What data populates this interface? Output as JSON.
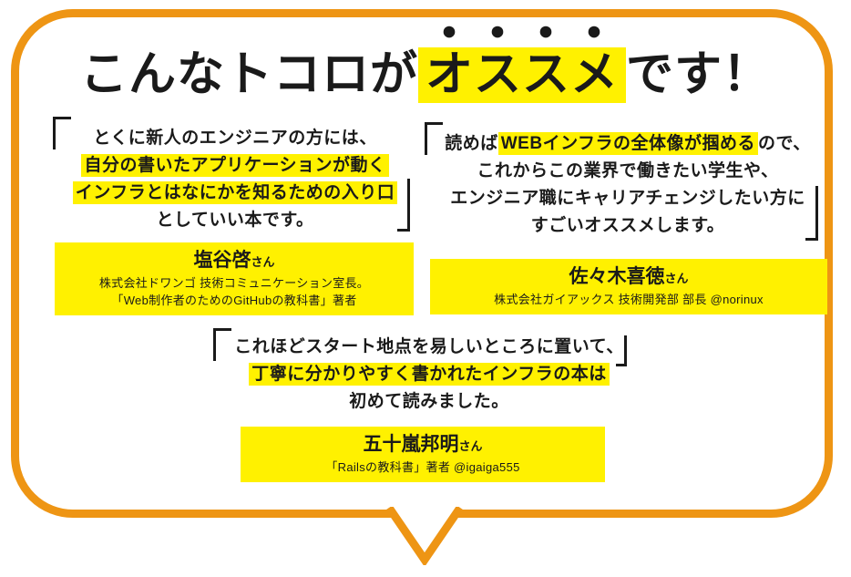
{
  "title": {
    "pre": "こんなトコロが",
    "highlight": "オススメ",
    "post": "です！",
    "emphasis_dots": "・・・・"
  },
  "colors": {
    "accent_orange": "#EE9514",
    "highlight_yellow": "#FFF100",
    "text_dark": "#1A1A1A"
  },
  "quotes": [
    {
      "lines": [
        [
          {
            "text": "とくに新人のエンジニアの方には、",
            "marked": false
          }
        ],
        [
          {
            "text": "自分の書いたアプリケーションが動く",
            "marked": true
          }
        ],
        [
          {
            "text": "インフラとはなにかを知るための入り口",
            "marked": true
          }
        ],
        [
          {
            "text": "としていい本です。",
            "marked": false
          }
        ]
      ],
      "person": {
        "name": "塩谷啓",
        "honorific": "さん"
      },
      "credentials": [
        "株式会社ドワンゴ 技術コミュニケーション室長。",
        "「Web制作者のためのGitHubの教科書」著者"
      ]
    },
    {
      "lines": [
        [
          {
            "text": "読めば",
            "marked": false
          },
          {
            "text": "WEBインフラの全体像が掴める",
            "marked": true
          },
          {
            "text": "ので、",
            "marked": false
          }
        ],
        [
          {
            "text": "これからこの業界で働きたい学生や、",
            "marked": false
          }
        ],
        [
          {
            "text": "エンジニア職にキャリアチェンジしたい方に",
            "marked": false
          }
        ],
        [
          {
            "text": "すごいオススメします。",
            "marked": false
          }
        ]
      ],
      "person": {
        "name": "佐々木喜徳",
        "honorific": "さん"
      },
      "credentials": [
        "株式会社ガイアックス 技術開発部 部長 @norinux"
      ]
    },
    {
      "lines": [
        [
          {
            "text": "これほどスタート地点を易しいところに置いて、",
            "marked": false
          }
        ],
        [
          {
            "text": "丁寧に分かりやすく書かれたインフラの本は",
            "marked": true
          }
        ],
        [
          {
            "text": "初めて読みました。",
            "marked": false
          }
        ]
      ],
      "person": {
        "name": "五十嵐邦明",
        "honorific": "さん"
      },
      "credentials": [
        "「Railsの教科書」著者 @igaiga555"
      ]
    }
  ]
}
